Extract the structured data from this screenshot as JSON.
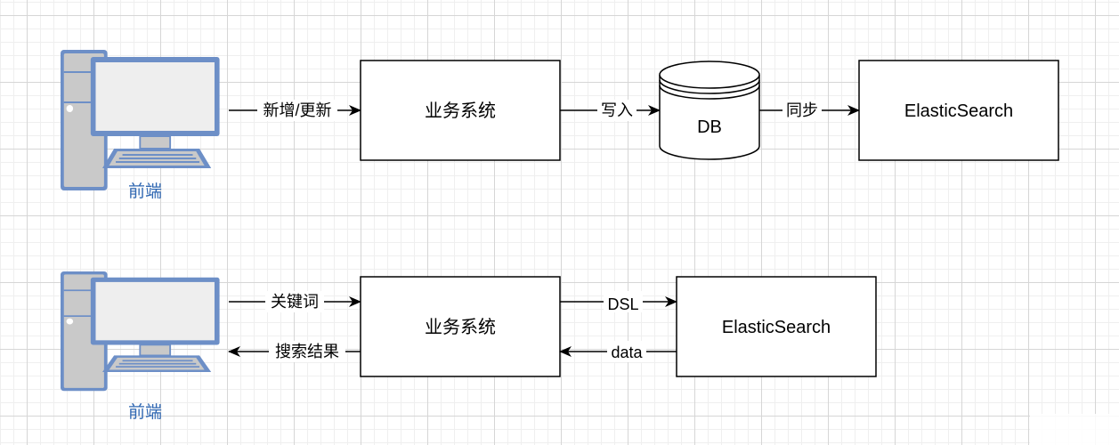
{
  "diagram": {
    "flow1": {
      "client_label": "前端",
      "service_label": "业务系统",
      "db_label": "DB",
      "es_label": "ElasticSearch",
      "edge_client_service": "新增/更新",
      "edge_service_db": "写入",
      "edge_db_es": "同步"
    },
    "flow2": {
      "client_label": "前端",
      "service_label": "业务系统",
      "es_label": "ElasticSearch",
      "edge_client_service": "关键词",
      "edge_service_client": "搜索结果",
      "edge_service_es": "DSL",
      "edge_es_service": "data"
    }
  },
  "colors": {
    "client_label": "#2f67b2",
    "monitor_fill": "#6d8fc7",
    "tower_fill": "#c7c7c7",
    "stroke": "#000000"
  },
  "icons": {
    "client": "desktop-computer-icon",
    "database": "database-cylinder-icon"
  }
}
